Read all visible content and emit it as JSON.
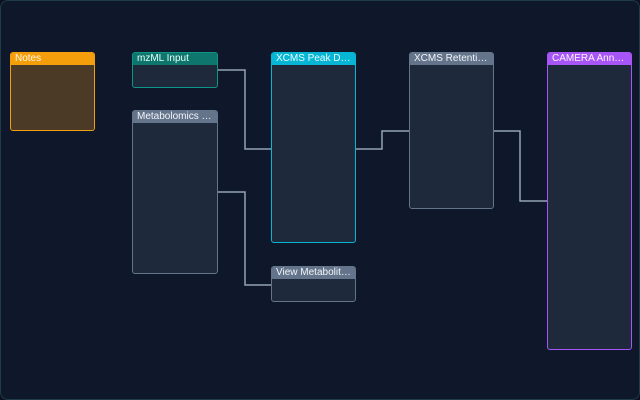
{
  "nodes": {
    "notes": {
      "title": "Notes",
      "color": "#f59e0b"
    },
    "mzml_input": {
      "title": "mzML Input",
      "color": "#0f766e"
    },
    "metabolomics": {
      "title": "Metabolomics Sample Metadata",
      "color": "#64748b"
    },
    "xcms_peak": {
      "title": "XCMS Peak Detection",
      "color": "#06b6d4"
    },
    "view_metabol": {
      "title": "View Metabolites",
      "color": "#64748b"
    },
    "xcms_retention": {
      "title": "XCMS Retention Time Correction",
      "color": "#64748b"
    },
    "camera": {
      "title": "CAMERA Annotation",
      "color": "#a855f7"
    }
  },
  "connections": [
    {
      "from": "mzml_input",
      "to": "xcms_peak"
    },
    {
      "from": "metabolomics",
      "to": "view_metabol"
    },
    {
      "from": "xcms_peak",
      "to": "xcms_retention"
    },
    {
      "from": "xcms_retention",
      "to": "camera"
    }
  ]
}
